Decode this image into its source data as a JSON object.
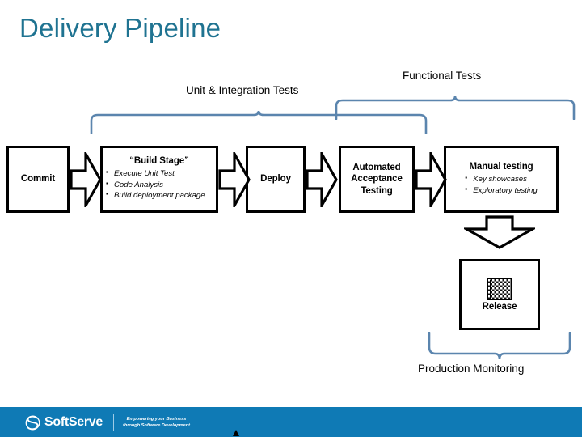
{
  "slide": {
    "title": "Delivery Pipeline",
    "title_color": "#1F7391",
    "brace_color": "#5B85AE",
    "footer_color": "#0F7AB5"
  },
  "stages": [
    {
      "id": "commit",
      "header": "Commit",
      "bullets": []
    },
    {
      "id": "build",
      "header": "“Build Stage”",
      "bullets": [
        "Execute Unit Test",
        "Code Analysis",
        "Build deployment package"
      ]
    },
    {
      "id": "deploy",
      "header": "Deploy",
      "bullets": []
    },
    {
      "id": "aat",
      "header": "Automated Acceptance Testing",
      "bullets": []
    },
    {
      "id": "manual",
      "header": "Manual testing",
      "bullets": [
        "Key showcases",
        "Exploratory testing"
      ]
    }
  ],
  "release": {
    "label": "Release",
    "icon": "checkered-flag-icon"
  },
  "group_labels": {
    "unit_integration": "Unit & Integration Tests",
    "functional": "Functional Tests",
    "production": "Production Monitoring"
  },
  "footer": {
    "brand": "SoftServe",
    "tagline_line1": "Empowering your Business",
    "tagline_line2": "through Software Development"
  }
}
